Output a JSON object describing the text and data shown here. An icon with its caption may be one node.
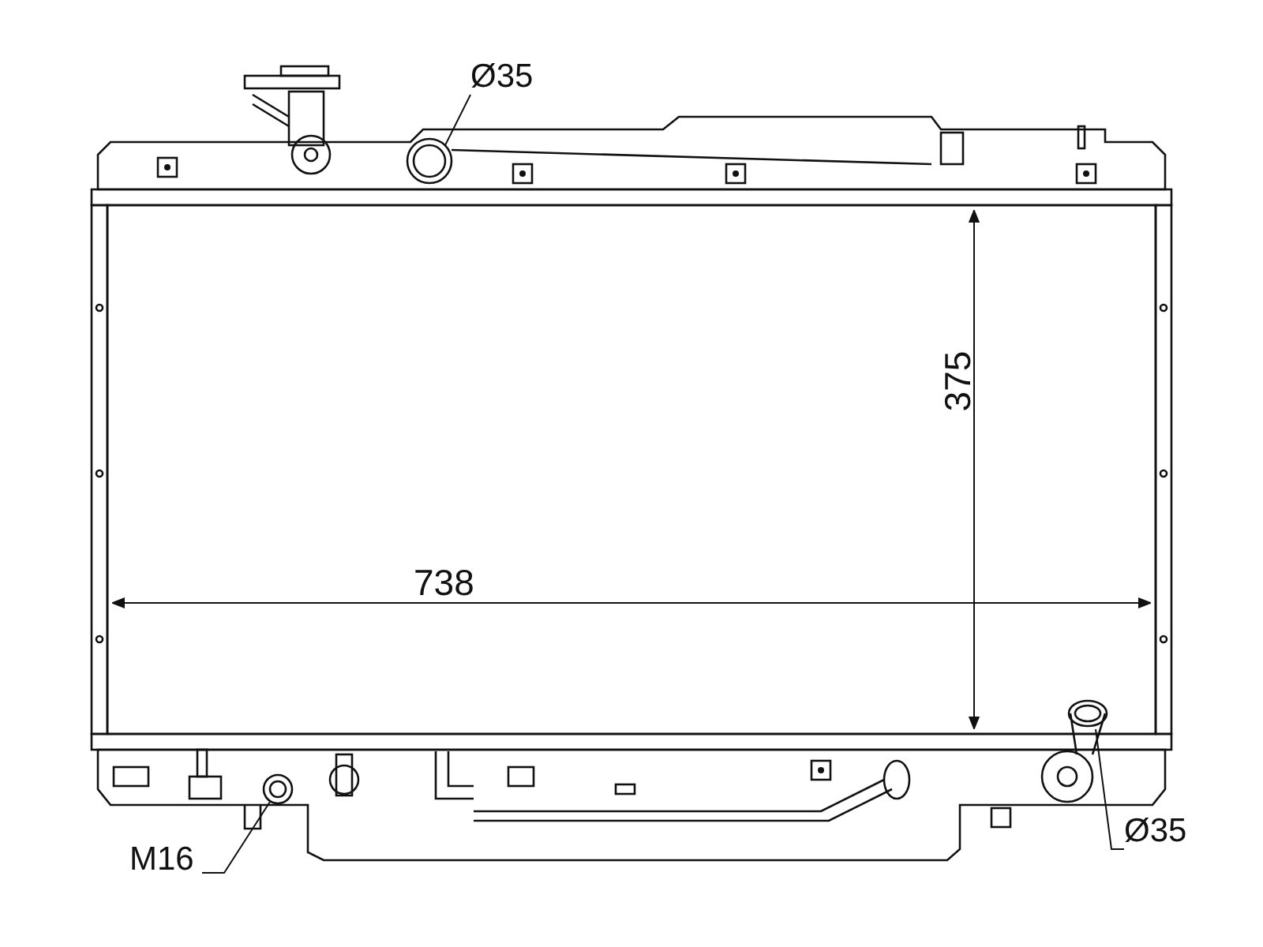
{
  "diagram": {
    "nodes": [
      {
        "text": [
          "Ø35"
        ]
      },
      {
        "text": [],
        "shape": "circle"
      },
      {
        "text": [
          "M16"
        ]
      },
      {
        "text": [],
        "shape": "circle"
      },
      {
        "text": [
          "Ø35"
        ]
      },
      {
        "text": [],
        "shape": "circle"
      }
    ],
    "edges": [
      {
        "from": 0,
        "to": 1,
        "arrow": "none"
      },
      {
        "from": 2,
        "to": 3,
        "arrow": "none"
      },
      {
        "from": 4,
        "to": 5,
        "arrow": "none"
      }
    ],
    "labels": [
      "375",
      "738"
    ]
  }
}
